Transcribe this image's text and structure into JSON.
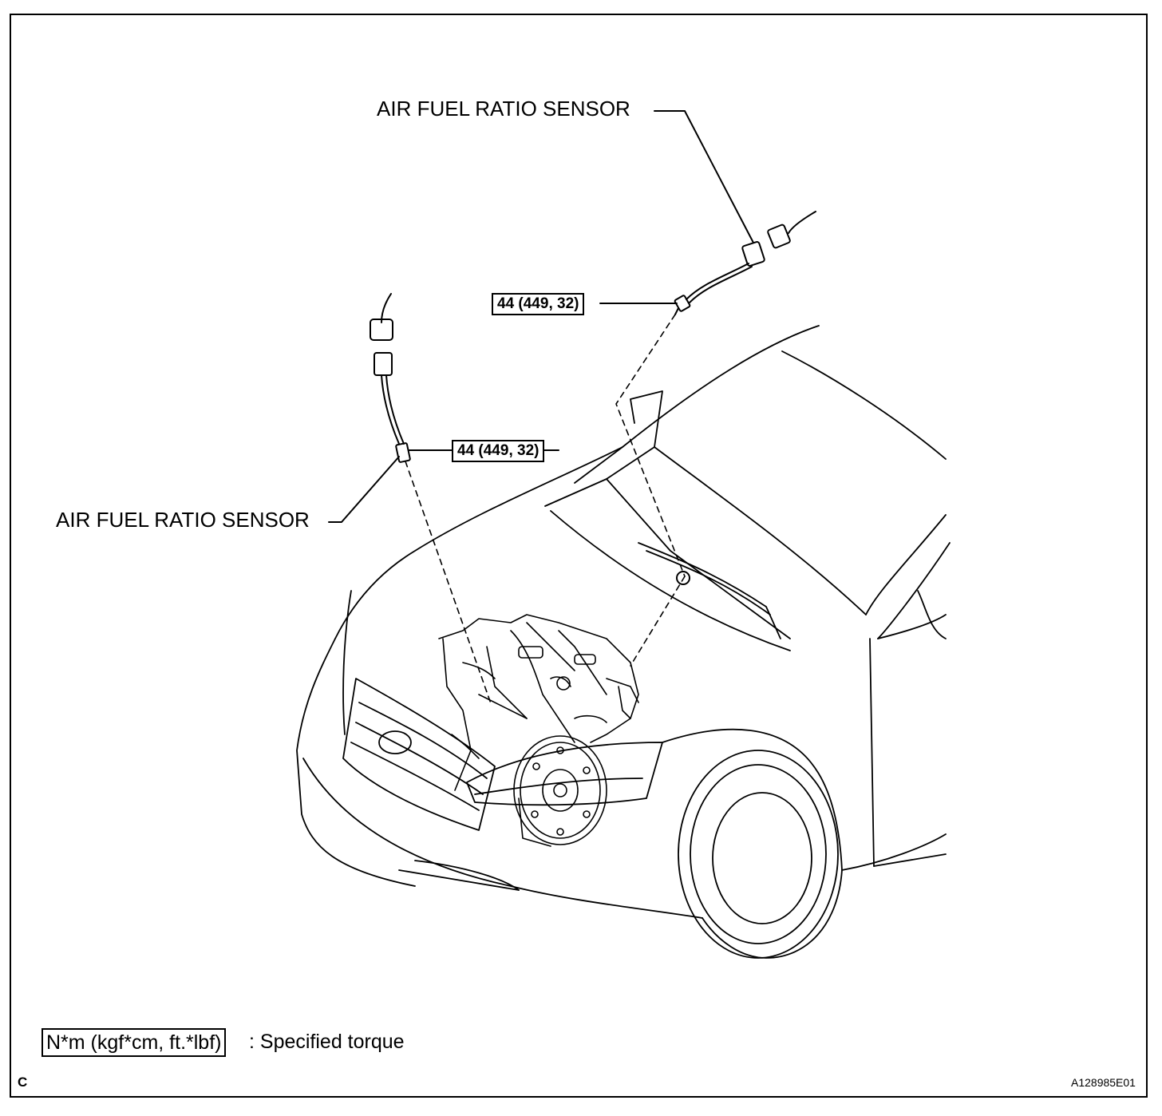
{
  "callouts": {
    "upper_sensor_label": "AIR FUEL RATIO SENSOR",
    "lower_sensor_label": "AIR FUEL RATIO SENSOR",
    "upper_torque": "44 (449, 32)",
    "lower_torque": "44 (449, 32)"
  },
  "legend": {
    "unit_box": "N*m (kgf*cm, ft.*lbf)",
    "description": ": Specified torque"
  },
  "footer": {
    "corner_letter": "C",
    "figure_code": "A128985E01"
  }
}
